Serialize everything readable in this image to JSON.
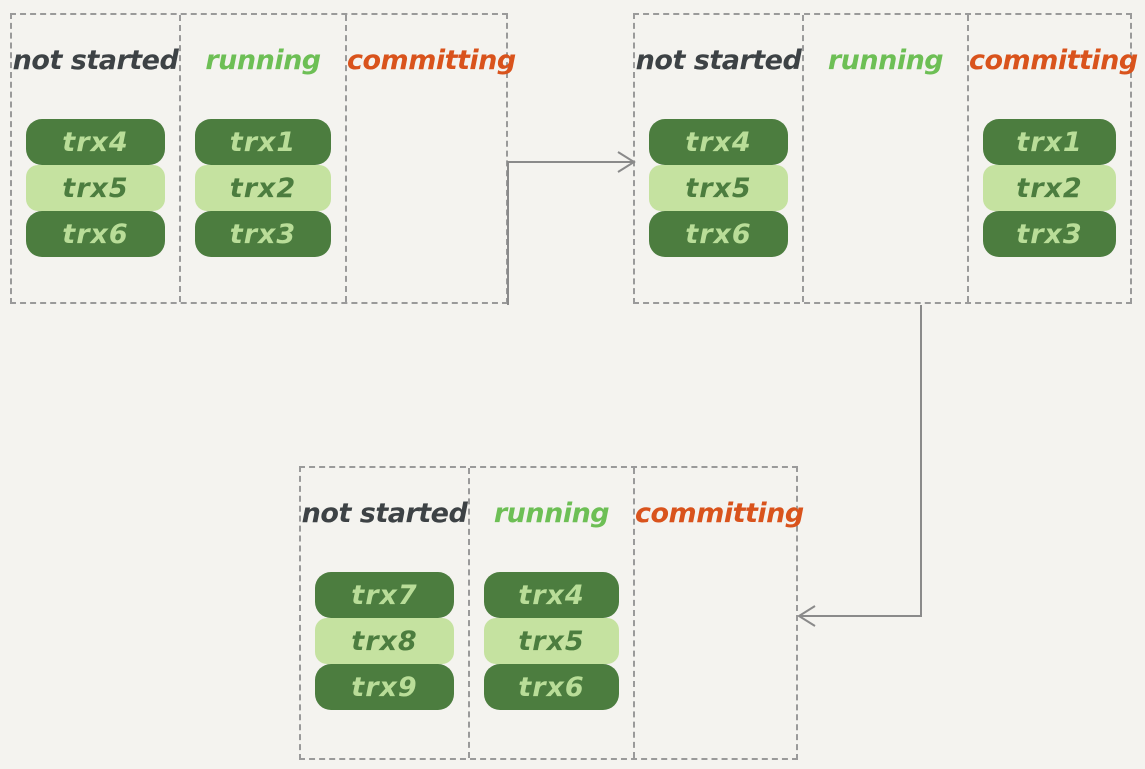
{
  "colors": {
    "not_started": "#3d4245",
    "running": "#6dbf55",
    "committing": "#d9531c",
    "trx_dark": "#4c7d3f",
    "trx_light": "#c5e2a0",
    "trx_dark_text": "#b9dd98",
    "trx_light_text": "#4c7d3f",
    "border": "#9a9a9a",
    "arrow": "#8a8a8a"
  },
  "labels": {
    "not_started": "not started",
    "running": "running",
    "committing": "committing"
  },
  "stages": [
    {
      "not_started": [
        "trx4",
        "trx5",
        "trx6"
      ],
      "running": [
        "trx1",
        "trx2",
        "trx3"
      ],
      "committing": []
    },
    {
      "not_started": [
        "trx4",
        "trx5",
        "trx6"
      ],
      "running": [],
      "committing": [
        "trx1",
        "trx2",
        "trx3"
      ]
    },
    {
      "not_started": [
        "trx7",
        "trx8",
        "trx9"
      ],
      "running": [
        "trx4",
        "trx5",
        "trx6"
      ],
      "committing": []
    }
  ]
}
